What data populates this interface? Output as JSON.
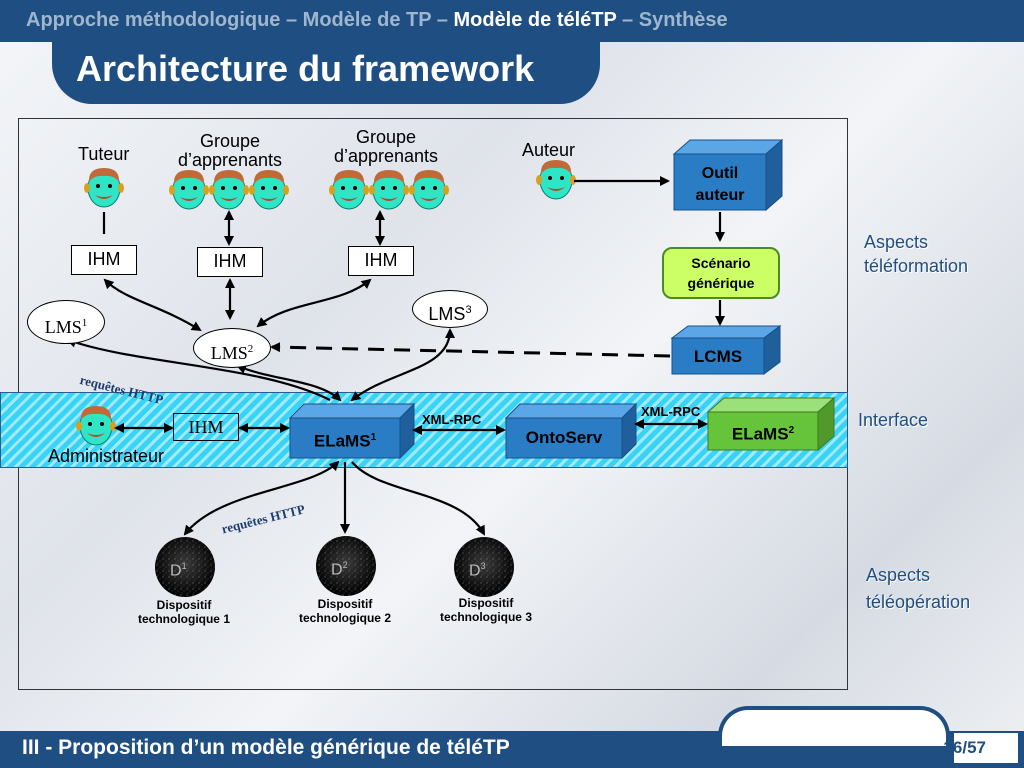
{
  "header": {
    "crumb_prefix": "Approche méthodologique – Modèle de TP –",
    "crumb_current": "Modèle de téléTP",
    "crumb_suffix": "– Synthèse",
    "title": "Architecture du framework"
  },
  "footer": {
    "text": "III - Proposition d’un modèle générique de téléTP",
    "page": "36/57"
  },
  "sides": {
    "teleformation_1": "Aspects",
    "teleformation_2": "téléformation",
    "interface": "Interface",
    "teleoperation_1": "Aspects",
    "teleoperation_2": "téléopération"
  },
  "actors": {
    "tuteur": "Tuteur",
    "groupe1_a": "Groupe",
    "groupe1_b": "d’apprenants",
    "groupe2_a": "Groupe",
    "groupe2_b": "d’apprenants",
    "auteur": "Auteur",
    "administrateur": "Administrateur"
  },
  "ihm": {
    "a": "IHM",
    "b": "IHM",
    "c": "IHM",
    "admin": "IHM"
  },
  "lms": {
    "lms1": "LMS",
    "lms1_sup": "1",
    "lms2": "LMS",
    "lms2_sup": "2",
    "lms3": "LMS",
    "lms3_sup": "3"
  },
  "boxes": {
    "outil_a": "Outil",
    "outil_b": "auteur",
    "scenario_a": "Scénario",
    "scenario_b": "générique",
    "lcms": "LCMS",
    "elams1": "ELaMS",
    "elams1_sup": "1",
    "ontoserv": "OntoServ",
    "elams2": "ELaMS",
    "elams2_sup": "2"
  },
  "links": {
    "xmlrpc_1": "XML-RPC",
    "xmlrpc_2": "XML-RPC",
    "http_1": "requêtes HTTP",
    "http_2": "requêtes HTTP"
  },
  "devices": {
    "d1": "D",
    "d1_sup": "1",
    "d2": "D",
    "d2_sup": "2",
    "d3": "D",
    "d3_sup": "3",
    "d1_a": "Dispositif",
    "d1_b": "technologique  1",
    "d2_a": "Dispositif",
    "d2_b": "technologique  2",
    "d3_a": "Dispositif",
    "d3_b": "technologique  3"
  },
  "colors": {
    "brand": "#1f4f82",
    "box_blue": "#2a7cc4",
    "green": "#66c43a",
    "band": "#39d4f5"
  }
}
